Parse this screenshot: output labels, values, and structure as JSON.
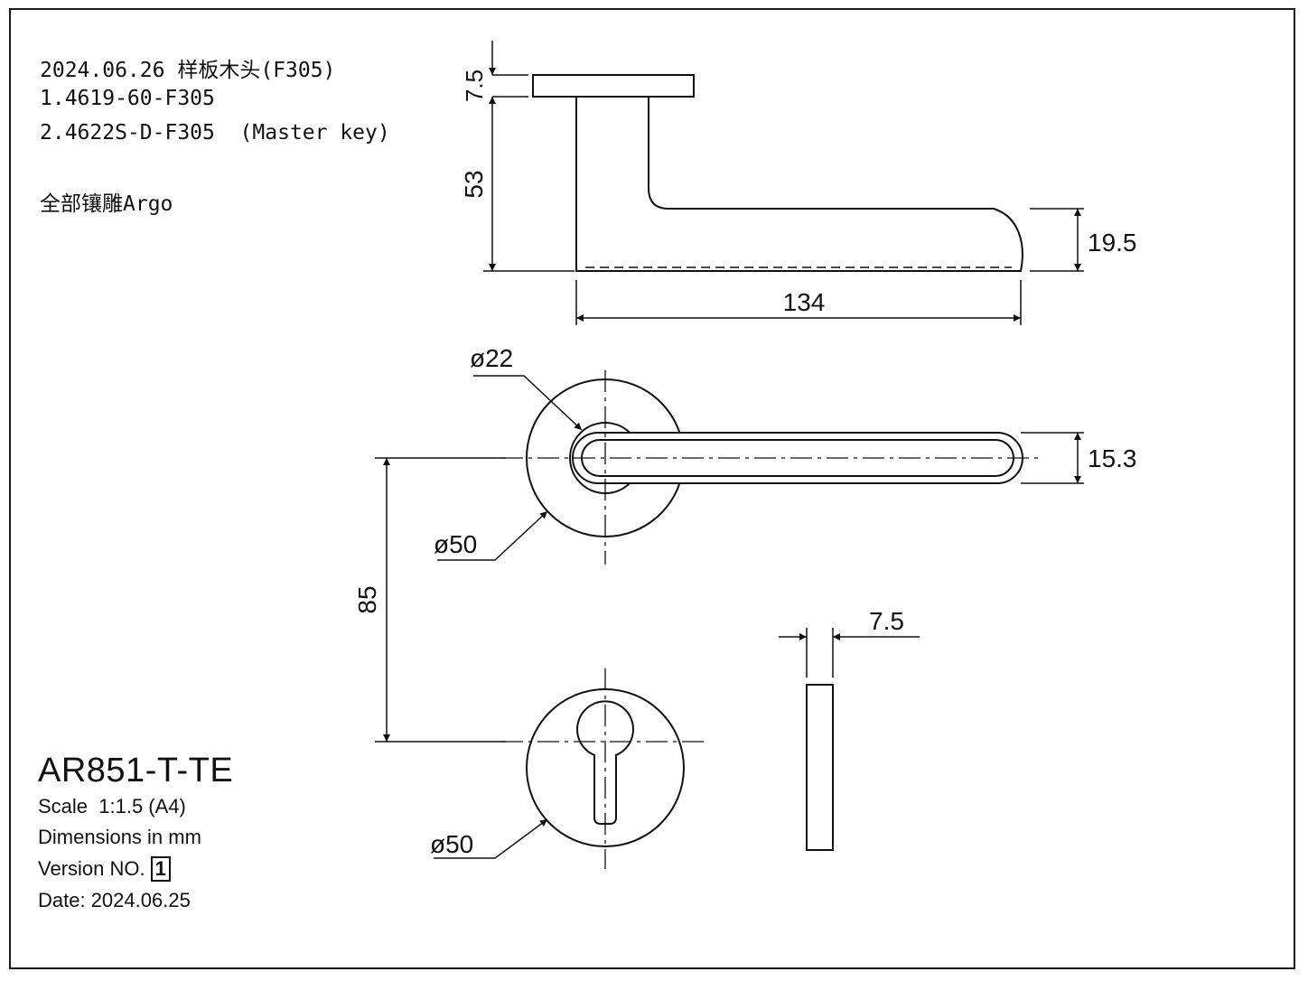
{
  "notes": {
    "line1": "2024.06.26 样板木头(F305)",
    "line2": "1.4619-60-F305",
    "line3": "2.4622S-D-F305  (Master key)",
    "line4": "全部镶雕Argo"
  },
  "title_block": {
    "model": "AR851-T-TE",
    "scale": "Scale  1:1.5 (A4)",
    "units": "Dimensions in mm",
    "version_label": "Version NO.",
    "version_value": "1",
    "date": "Date: 2024.06.25"
  },
  "dimensions": {
    "rose_thickness": "7.5",
    "lever_height": "53",
    "lever_end_height": "19.5",
    "lever_length": "134",
    "spindle_diameter": "ø22",
    "lever_width": "15.3",
    "rose_diameter": "ø50",
    "center_distance": "85",
    "escutcheon_diameter": "ø50",
    "escutcheon_thickness": "7.5"
  }
}
